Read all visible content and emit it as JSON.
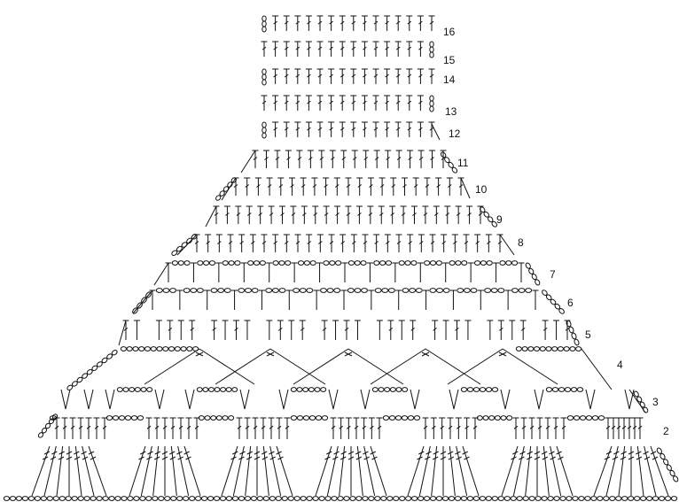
{
  "diagram": {
    "type": "crochet-chart",
    "stroke_color": "#111111",
    "background": "#ffffff",
    "row_numbers": [
      "16",
      "15",
      "14",
      "13",
      "12",
      "11",
      "10",
      "9",
      "8",
      "7",
      "6",
      "5",
      "4",
      "3",
      "2"
    ],
    "stitch_symbols": [
      "chain",
      "double-crochet",
      "treble-crochet",
      "long-treble-fan"
    ]
  }
}
